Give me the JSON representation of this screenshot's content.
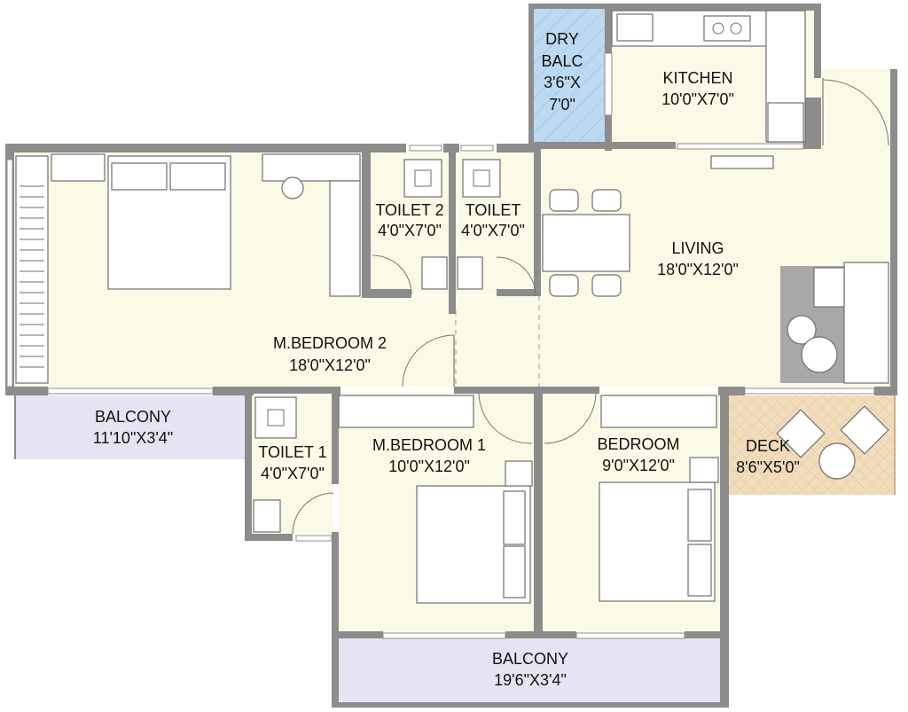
{
  "colors": {
    "floor": "#fbfae6",
    "balcony": "#e6e4f3",
    "dry_balcony": "#bcd9f1",
    "deck": "#f1dcbc",
    "wall": "#8c8c8c",
    "grey_furniture": "#a8a8a8"
  },
  "rooms": {
    "dry_balc": {
      "name": "DRY",
      "name2": "BALC",
      "dim": "3'6\"X",
      "dim2": "7'0\""
    },
    "kitchen": {
      "name": "KITCHEN",
      "dim": "10'0\"X7'0\""
    },
    "toilet2": {
      "name": "TOILET 2",
      "dim": "4'0\"X7'0\""
    },
    "toilet": {
      "name": "TOILET",
      "dim": "4'0\"X7'0\""
    },
    "living": {
      "name": "LIVING",
      "dim": "18'0\"X12'0\""
    },
    "mbedroom2": {
      "name": "M.BEDROOM 2",
      "dim": "18'0\"X12'0\""
    },
    "balcony_left": {
      "name": "BALCONY",
      "dim": "11'10\"X3'4\""
    },
    "toilet1": {
      "name": "TOILET 1",
      "dim": "4'0\"X7'0\""
    },
    "mbedroom1": {
      "name": "M.BEDROOM 1",
      "dim": "10'0\"X12'0\""
    },
    "bedroom": {
      "name": "BEDROOM",
      "dim": "9'0\"X12'0\""
    },
    "deck": {
      "name": "DECK",
      "dim": "8'6\"X5'0\""
    },
    "balcony_bottom": {
      "name": "BALCONY",
      "dim": "19'6\"X3'4\""
    }
  }
}
